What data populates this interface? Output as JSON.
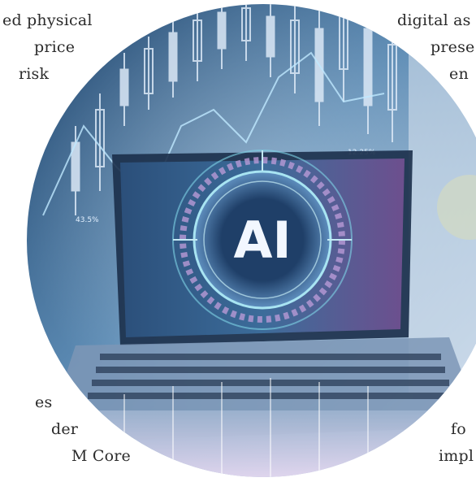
{
  "left_column": [
    "ed physical",
    "price",
    "risk",
    "es",
    "der",
    "M Core"
  ],
  "right_column": [
    "digital as",
    "prese",
    "en",
    "fo",
    "impl"
  ],
  "image": {
    "screen_text": "AI",
    "chart_labels": [
      "12.25%",
      "43.5%"
    ],
    "colors": {
      "bg_dark": "#1b3a5c",
      "bg_mid": "#4e7fa8",
      "bg_light": "#b7cfe4",
      "accent_teal": "#7fd4e6",
      "accent_purple": "#b89ad6",
      "candle": "#dbe8f6"
    }
  }
}
